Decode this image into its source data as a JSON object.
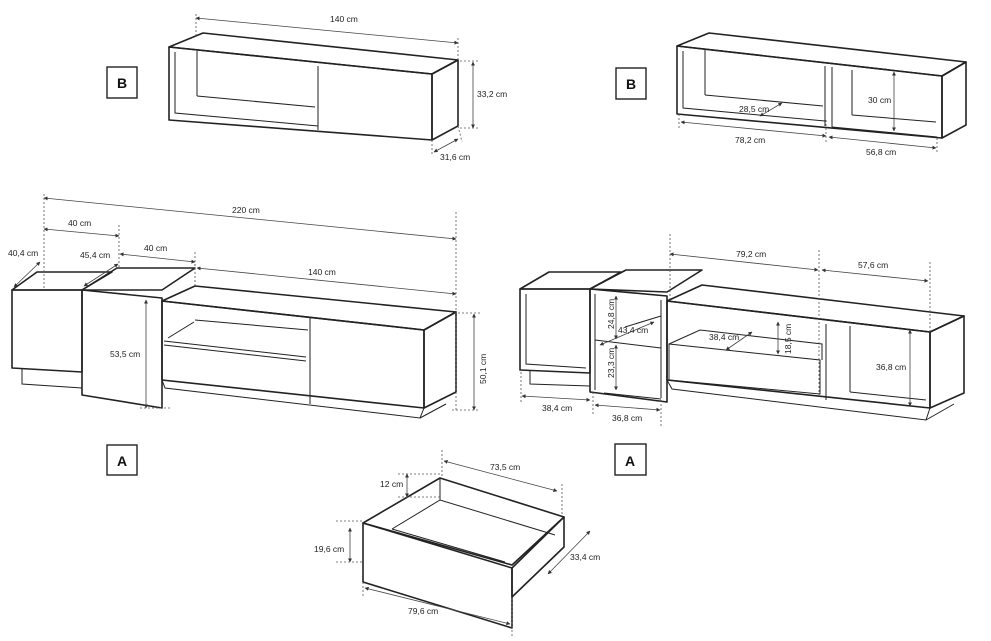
{
  "badges": {
    "b_left": "B",
    "b_right": "B",
    "a_left": "A",
    "a_right": "A"
  },
  "dims": {
    "b1_width": "140 cm",
    "b1_height": "33,2 cm",
    "b1_depth": "31,6 cm",
    "b2_inner_depth": "28,5 cm",
    "b2_inner_height": "30 cm",
    "b2_left_width": "78,2 cm",
    "b2_right_width": "56,8 cm",
    "a1_total": "220 cm",
    "a1_depth": "40,4 cm",
    "a1_mid_depth": "45,4 cm",
    "a1_top40a": "40 cm",
    "a1_top40b": "40 cm",
    "a1_bench": "140 cm",
    "a1_cab_height": "53,5 cm",
    "a1_bench_height": "50,1 cm",
    "a2_width1": "79,2 cm",
    "a2_width2": "57,6 cm",
    "a2_shelf_h1": "24,8 cm",
    "a2_shelf_d": "43,4 cm",
    "a2_shelf_h2": "23,3 cm",
    "a2_drawer_d": "38,4 cm",
    "a2_drawer_h": "18,5 cm",
    "a2_open_h": "36,8 cm",
    "a2_w38": "38,4 cm",
    "a2_w36": "36,8 cm",
    "d_width": "73,5 cm",
    "d_inner_h": "12 cm",
    "d_front_h": "19,6 cm",
    "d_depth": "33,4 cm",
    "d_front_w": "79,6 cm"
  }
}
